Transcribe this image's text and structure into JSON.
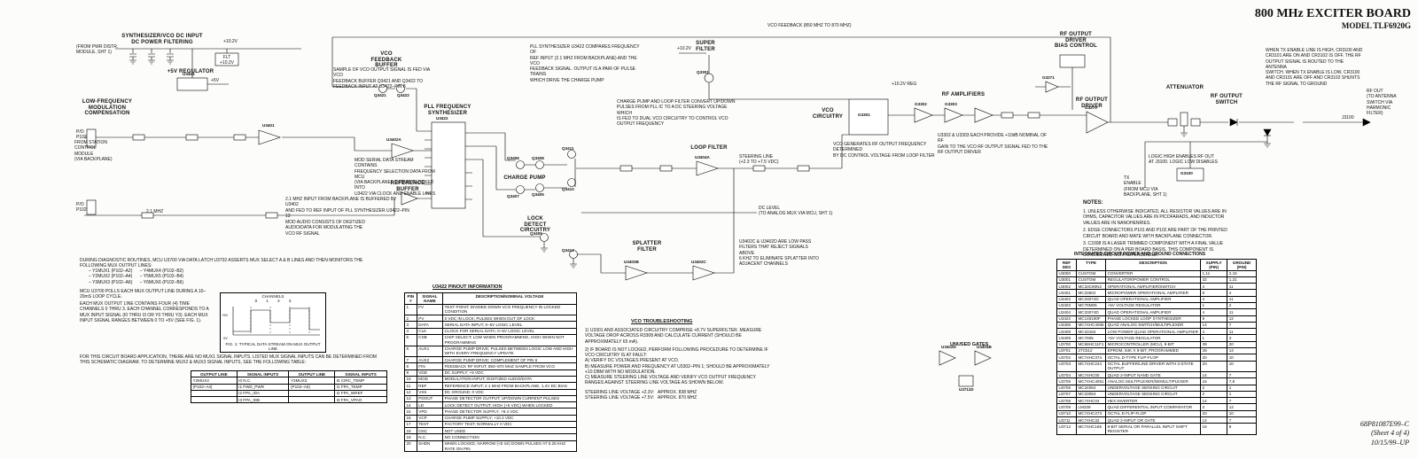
{
  "title": {
    "line1": "800 MHz EXCITER BOARD",
    "line2": "MODEL TLF6920G"
  },
  "footer": {
    "doc": "68P81087E99–C",
    "sheet": "(Sheet 4 of 4)",
    "date": "10/15/99–UP"
  },
  "blocks": {
    "synth_input": "SYNTHESIZER/VCO DC INPUT\nDC POWER FILTERING",
    "reg5": "+5V REGULATOR",
    "lowfreq": "LOW-FREQUENCY\nMODULATION\nCOMPENSATION",
    "vcofb": "VCO\nFEEDBACK\nBUFFER",
    "pll": "PLL FREQUENCY\nSYNTHESIZER",
    "refbuf": "REFERENCE\nBUFFER",
    "chargepump": "CHARGE PUMP",
    "lockdet": "LOCK\nDETECT\nCIRCUITRY",
    "splatter": "SPLATTER\nFILTER",
    "loopfilter": "LOOP FILTER",
    "superfilter": "SUPER\nFILTER",
    "vco": "VCO\nCIRCUITRY",
    "rfamps": "RF AMPLIFIERS",
    "rfbias": "RF OUTPUT\nDRIVER\nBIAS CONTROL",
    "rfdriver": "RF OUTPUT\nDRIVER",
    "attenuator": "ATTENUATOR",
    "rfswitch": "RF OUTPUT\nSWITCH",
    "notes_title": "NOTES:",
    "unused_title": "UNUSED GATES"
  },
  "annotations": {
    "pwr_src": "(FROM PWR DISTR.\nMODULE, SHT 1)",
    "v102a": "+10.2V",
    "flt": "FLT\n+10.2V",
    "v5": "+5V",
    "station": "FROM STATION\nCONTROL\nMODULE\n(VIA BACKPLANE)",
    "p102a": "P/O\nP102",
    "p102b": "P/O\nP102",
    "mhz21": "2.1 MHZ",
    "fb_note": "SAMPLE OF VCO OUTPUT SIGNAL IS FED VIA VCO\nFEEDBACK BUFFER Q3421 AND Q3422 TO\nFEEDBACK INPUT AT U3422–PIN 8",
    "mod_note": "MOD SERIAL DATA STREAM CONTAINS\nFREQUENCY SELECTION DATA FROM MCU\n(VIA BACKPLANE). DATA IS CLOCKED INTO\nU3422 VIA CLOCK AND ENABLE LINES",
    "ref_note": "2.1 MHZ INPUT FROM BACKPLANE IS BUFFERED BY U3402\nAND FED TO REF INPUT OF PLL SYNTHESIZER U3422–PIN 13",
    "mod_audio": "MOD AUDIO CONSISTS OF DIGITIZED\nAUDIO/DATA FOR MODULATING THE\nVCO RF SIGNAL",
    "pll_note": "PLL SYNTHESIZER U3422 COMPARES FREQUENCY OF\nREF INPUT (2.1 MHZ FROM BACKPLANE) AND THE VCO\nFEEDBACK SIGNAL. OUTPUT IS A PAIR OF PULSE TRAINS\nWHICH DRIVE THE CHARGE PUMP",
    "cp_note": "CHARGE PUMP AND LOOP FILTER CONVERT UP/DOWN\nPULSES FROM PLL IC TO A DC STEERING VOLTAGE WHICH\nIS FED TO DUAL VCO CIRCUITRY TO CONTROL VCO\nOUTPUT FREQUENCY",
    "steering": "STEERING LINE\n(+2.3 TO +7.5 VDC)",
    "dclevel": "DC LEVEL\n(TO ANALOG MUX VIA MCU, SHT 1)",
    "splat_note": "U3402C & U3402D ARE LOW PASS\nFILTERS THAT REJECT SIGNALS ABOVE\n6 KHZ TO ELIMINATE SPLATTER INTO\nADJACENT CHANNELS",
    "vco_note": "VCO GENERATES RF OUTPUT FREQUENCY DETERMINED\nBY DC CONTROL VOLTAGE FROM LOOP FILTER",
    "amp_note": "U3302 & U3303 EACH PROVIDE +10dB NOMINAL OF RF\nGAIN TO THE VCO RF OUTPUT SIGNAL FED TO THE\nRF OUTPUT DRIVER",
    "vfb": "VCO FEEDBACK (850 MHZ TO 870 MHZ)",
    "v102b": "+10.2V",
    "v102reg": "+10.2V REG",
    "switch_note": "WHEN TX ENABLE LINE IS HIGH, CR3100 AND\nCR3101 ARE ON AND CR3102 IS OFF. THE RF\nOUTPUT SIGNAL IS ROUTED TO THE ANTENNA\nSWITCH. WHEN TX ENABLE IS LOW, CR3100\nAND CR3101 ARE OFF AND CR3102 SHUNTS\nTHE RF SIGNAL TO GROUND",
    "logic_note": "LOGIC HIGH ENABLES RF OUT\nAT J3100. LOGIC LOW DISABLES",
    "tx_en": "TX\nENABLE\n(FROM MCU VIA\nBACKPLANE, SHT 1)",
    "rf_out": "RF OUT\n(TO ANTENNA\nSWITCH VIA\nHARMONIC\nFILTER)",
    "j3100": "J3100"
  },
  "components": {
    "u3403": "U3403",
    "u3401": "U3401",
    "u3402a": "U3402A",
    "q3421": "Q3421",
    "q3422": "Q3422",
    "u3422": "U3422",
    "q3406": "Q3406",
    "q3408": "Q3408",
    "q3411": "Q3411",
    "q3407": "Q3407",
    "q3405": "Q3405",
    "q3410": "Q3410",
    "q3409": "Q3409",
    "q3412": "Q3412",
    "u3402b": "U3402B",
    "u3402c": "U3402C",
    "u3404a": "U3404A",
    "q3301": "Q3301",
    "g3301": "G3301",
    "g3302": "G3302",
    "g3303": "G3303",
    "g3271": "G3271",
    "g3270": "G3270",
    "g3100": "G3100"
  },
  "notes": {
    "items": [
      "1. UNLESS OTHERWISE INDICATED, ALL RESISTOR VALUES ARE IN OHMS, CAPACITOR VALUES ARE IN PICOFARADS, AND INDUCTOR VALUES ARE IN NANOHENRIES.",
      "2. EDGE CONNECTORS P101 AND P102 ARE PART OF THE PRINTED CIRCUIT BOARD AND MATE WITH BACKPLANE CONNECTOR.",
      "3. C3308 IS A LASER TRIMMED COMPONENT WITH A FINAL VALUE DETERMINED ON A PER BOARD BASIS. THIS COMPONENT IS CONSIDERED NON-REPLACEABLE."
    ]
  },
  "diag": {
    "p1": "DURING DIAGNOSTIC ROUTINES, MCU U3700 VIA DATA LATCH U3702 ASSERTS MUX SELECT A & B LINES AND THEN MONITORS THE FOLLOWING MUX OUTPUT LINES:",
    "bullets": "– Y1MUX1 (P102–A2)      – Y4MUX4 (P102–B2)\n– Y2MUX2 (P102–A4)      – Y5MUX5 (P102–B4)\n– Y3MUX3 (P102–A6)      – Y6MUX6 (P102–B6)",
    "p3": "MCU U3700 POLLS EACH MUX OUTPUT LINE DURING A 10–20mS LOOP CYCLE.",
    "p4": "EACH MUX OUTPUT LINE CONTAINS FOUR (4) TIME CHANNELS 0 THRU 3. EACH CHANNEL CORRESPONDS TO A MUX INPUT SIGNAL (I0 THRU I3 OR Y0 THRU Y3). EACH MUX INPUT SIGNAL RANGES BETWEEN 0 TO +5V (SEE FIG. 1).",
    "p5": "FOR THIS CIRCUIT BOARD APPLICATION, THERE ARE NO MUX1 SIGNAL INPUTS. LISTED MUX SIGNAL INPUTS CAN BE DETERMINED FROM THIS SCHEMATIC DIAGRAM. TO DETERMINE MUX2 & MUX3 SIGNAL INPUTS, SEE THE FOLLOWING TABLE:"
  },
  "fig1": {
    "caption": "FIG. 1: TYPICAL DATA STREAM ON MUX OUTPUT LINE",
    "channels_label": "CHANNELS",
    "ticks": "0        1        2        3",
    "vmax": "+5V",
    "vmin": "0V"
  },
  "mux_table": {
    "headers": [
      "OUTPUT LINE",
      "SIGNAL INPUTS",
      "OUTPUT LINE",
      "SIGNAL INPUTS"
    ],
    "rows": [
      [
        "Y2MUX2",
        "I0   N.C.",
        "Y3MUX3",
        "I0   CIRC_TEMP"
      ],
      [
        "(P102–A4)",
        "I1   FWD_PWR",
        "(P102–A6)",
        "I1   FPA_TEMP"
      ],
      [
        "",
        "I2   FPA_IDA",
        "",
        "I2   FPA_WREF"
      ],
      [
        "",
        "I3   FPA_IDB",
        "",
        "I3   FPA_VPAO"
      ]
    ]
  },
  "pinout_table": {
    "title": "U3422 PINOUT INFORMATION",
    "headers": [
      "PIN #",
      "SIGNAL NAME",
      "DESCRIPTION/NOMINAL VOLTAGE"
    ],
    "rows": [
      [
        "1",
        "FV",
        "TEST POINT; DIVIDED DOWN VCO FREQUENCY IN LOCKED CONDITION"
      ],
      [
        "2",
        "PV",
        "0 VDC IN LOCK; PULSES WHEN OUT OF LOCK"
      ],
      [
        "3",
        "DATA",
        "SERIAL DATA INPUT; 0–5V LOGIC LEVEL"
      ],
      [
        "4",
        "CLK",
        "CLOCK FOR SERIAL DATA; 0–5V LOGIC LEVEL"
      ],
      [
        "5",
        "CSB",
        "CHIP SELECT; LOW WHEN PROGRAMMING, HIGH WHEN NOT PROGRAMMING"
      ],
      [
        "6",
        "AUX1",
        "CHARGE PUMP DRIVE; PULSES BETWEEN LOGIC LOW AND HIGH WITH EVERY FREQUENCY UPDATE"
      ],
      [
        "7",
        "AUX2",
        "CHARGE PUMP DRIVE; COMPLEMENT OF PIN 6"
      ],
      [
        "8",
        "FIN",
        "FEEDBACK RF INPUT; 850–870 MHZ SAMPLE FROM VCO"
      ],
      [
        "9",
        "VDD",
        "DC SUPPLY; +5 VDC"
      ],
      [
        "10",
        "MOD",
        "MODULATION INPUT; DIGITIZED AUDIO/DATA"
      ],
      [
        "11",
        "REF",
        "REFERENCE INPUT; 2.1 MHZ FROM BACKPLANE, 1.4V DC BIAS"
      ],
      [
        "12",
        "VSS",
        "DC GROUND; 0 VDC"
      ],
      [
        "13",
        "PDOUT",
        "PHASE DETECTOR OUTPUT; UP/DOWN CURRENT PULSES"
      ],
      [
        "14",
        "LD",
        "LOCK DETECT OUTPUT; HIGH (+5 VDC) WHEN LOCKED"
      ],
      [
        "15",
        "VPD",
        "PHASE DETECTOR SUPPLY; +9.4 VDC"
      ],
      [
        "16",
        "VCP",
        "CHARGE PUMP SUPPLY; +10.2 VDC"
      ],
      [
        "17",
        "TEST",
        "FACTORY TEST; NORMALLY 0 VDC"
      ],
      [
        "18",
        "OSC",
        "NOT USED"
      ],
      [
        "19",
        "N.C.",
        "NO CONNECTION"
      ],
      [
        "20",
        "SHDN",
        "WHEN LOCKED, NARROW (<5 nS) DOWN PULSES AT 6.25 KHZ RATE ON PIN"
      ]
    ]
  },
  "vco_ts": {
    "title": "VCO TROUBLESHOOTING",
    "items": [
      "1) U3301 AND ASSOCIATED CIRCUITRY COMPRISE +8.7V SUPERFILTER. MEASURE VOLTAGE DROP ACROSS R3308 AND CALCULATE CURRENT (SHOULD BE APPROXIMATELY 65 mA).",
      "2) IF BOARD IS NOT LOCKED, PERFORM FOLLOWING PROCEDURE TO DETERMINE IF VCO CIRCUITRY IS AT FAULT:\nA) VERIFY DC VOLTAGES PRESENT AT VCO.\nB) MEASURE POWER AND FREQUENCY AT U3302–PIN 1; SHOULD BE APPROXIMATELY +10 DBM WITH NO MODULATION.\nC) MEASURE STEERING LINE VOLTAGE AND VERIFY VCO OUTPUT FREQUENCY RANGES AGAINST STEERING LINE VOLTAGE AS SHOWN BELOW."
    ],
    "footer": "STEERING LINE VOLTAGE +2.3V:   APPROX. 838 MHZ\nSTEERING LINE VOLTAGE +7.5V:   APPROX. 870 MHZ"
  },
  "ic_table": {
    "title": "INTEGRATED CIRCUIT POWER AND GROUND CONNECTIONS",
    "headers": [
      "REF DES",
      "TYPE",
      "DESCRIPTION",
      "SUPPLY (PIN)",
      "GROUND (PIN)"
    ],
    "rows": [
      [
        "U3000",
        "CUSTOM",
        "CONVERTER",
        "1,11",
        "2,16"
      ],
      [
        "U3001",
        "CUSTOM",
        "REGULATOR/POWER CONTROL",
        "32",
        "1,21"
      ],
      [
        "U3002",
        "MC33C90N2",
        "OPERATIONAL AMPLIFIER/SWITCH",
        "4",
        "11"
      ],
      [
        "U3401",
        "MC33502",
        "MICROPOWER OPERATIONAL AMPLIFIER",
        "8",
        "4"
      ],
      [
        "U3402",
        "MC33074D",
        "QUAD OPERATIONAL AMPLIFIER",
        "4",
        "11"
      ],
      [
        "U3403",
        "MC78M05",
        "+5V VOLTAGE REGULATOR",
        "1",
        "2"
      ],
      [
        "U3404",
        "MC33074D",
        "QUAD OPERATIONAL AMPLIFIER",
        "4",
        "11"
      ],
      [
        "U3422",
        "MC145190F",
        "PHASE LOCKED LOOP SYNTHESIZER",
        "9",
        "12"
      ],
      [
        "U3406",
        "MC74HC4066",
        "QUAD ANALOG SWITCH/MULTIPLEXER",
        "14",
        "7"
      ],
      [
        "U3408",
        "MC33184",
        "LOW POWER QUAD OPERATIONAL AMPLIFIER",
        "4",
        "11"
      ],
      [
        "U3409",
        "MC7805",
        "+5V VOLTAGE REGULATOR",
        "1",
        "3"
      ],
      [
        "U3700",
        "MC68HC11F1",
        "MICROCONTROLLER (MCU), 8-BIT",
        "39",
        "20"
      ],
      [
        "U3701",
        "27C512",
        "EPROM, 64K X 8-BIT, PROGRAMMED",
        "28",
        "14"
      ],
      [
        "U3702",
        "MC74HC374",
        "OCTAL D-TYPE FLIP-FLOP",
        "20",
        "10"
      ],
      [
        "U3703",
        "MC74HC244",
        "OCTAL BUFFER/LINE DRIVER WITH 3-STATE OUTPUT",
        "20",
        "10"
      ],
      [
        "U3704",
        "MC74HC00",
        "QUAD 2-INPUT NAND GATE",
        "14",
        "7"
      ],
      [
        "U3705",
        "MC74HC4051",
        "ANALOG MULTIPLEXER/DEMULTIPLEXER",
        "16",
        "7,8"
      ],
      [
        "U3706",
        "MC34064",
        "UNDERVOLTAGE SENSING CIRCUIT",
        "2",
        "1"
      ],
      [
        "U3707",
        "MC33064",
        "UNDERVOLTAGE SENSING CIRCUIT",
        "2",
        "1"
      ],
      [
        "U3708",
        "MC74HC04",
        "HEX INVERTER",
        "14",
        "7"
      ],
      [
        "U3709",
        "LM339",
        "QUAD DIFFERENTIAL INPUT COMPARATOR",
        "3",
        "12"
      ],
      [
        "U3710",
        "MC74HC273",
        "OCTAL D FLIP-FLOP",
        "20",
        "10"
      ],
      [
        "U3711",
        "MC74HC32",
        "QUAD 2-INPUT OR GATE",
        "14",
        "7"
      ],
      [
        "U3712",
        "MC74HC165",
        "8-BIT SERIAL OR PARALLEL INPUT SHIFT REGISTER",
        "16",
        "8"
      ]
    ]
  },
  "unused_gates": {
    "g1": "U3402D",
    "g2": "U3404B",
    "g3": "U3711D"
  }
}
